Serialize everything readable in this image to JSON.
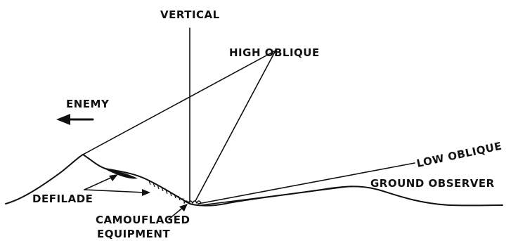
{
  "labels": {
    "vertical": "VERTICAL",
    "high_oblique": "HIGH OBLIQUE",
    "enemy": "ENEMY",
    "low_oblique": "LOW OBLIQUE",
    "ground_observer": "GROUND OBSERVER",
    "defilade": "DEFILADE",
    "camouflaged_line1": "CAMOUFLAGED",
    "camouflaged_line2": "EQUIPMENT"
  },
  "colors": {
    "ink": "#111111",
    "background": "#ffffff"
  }
}
